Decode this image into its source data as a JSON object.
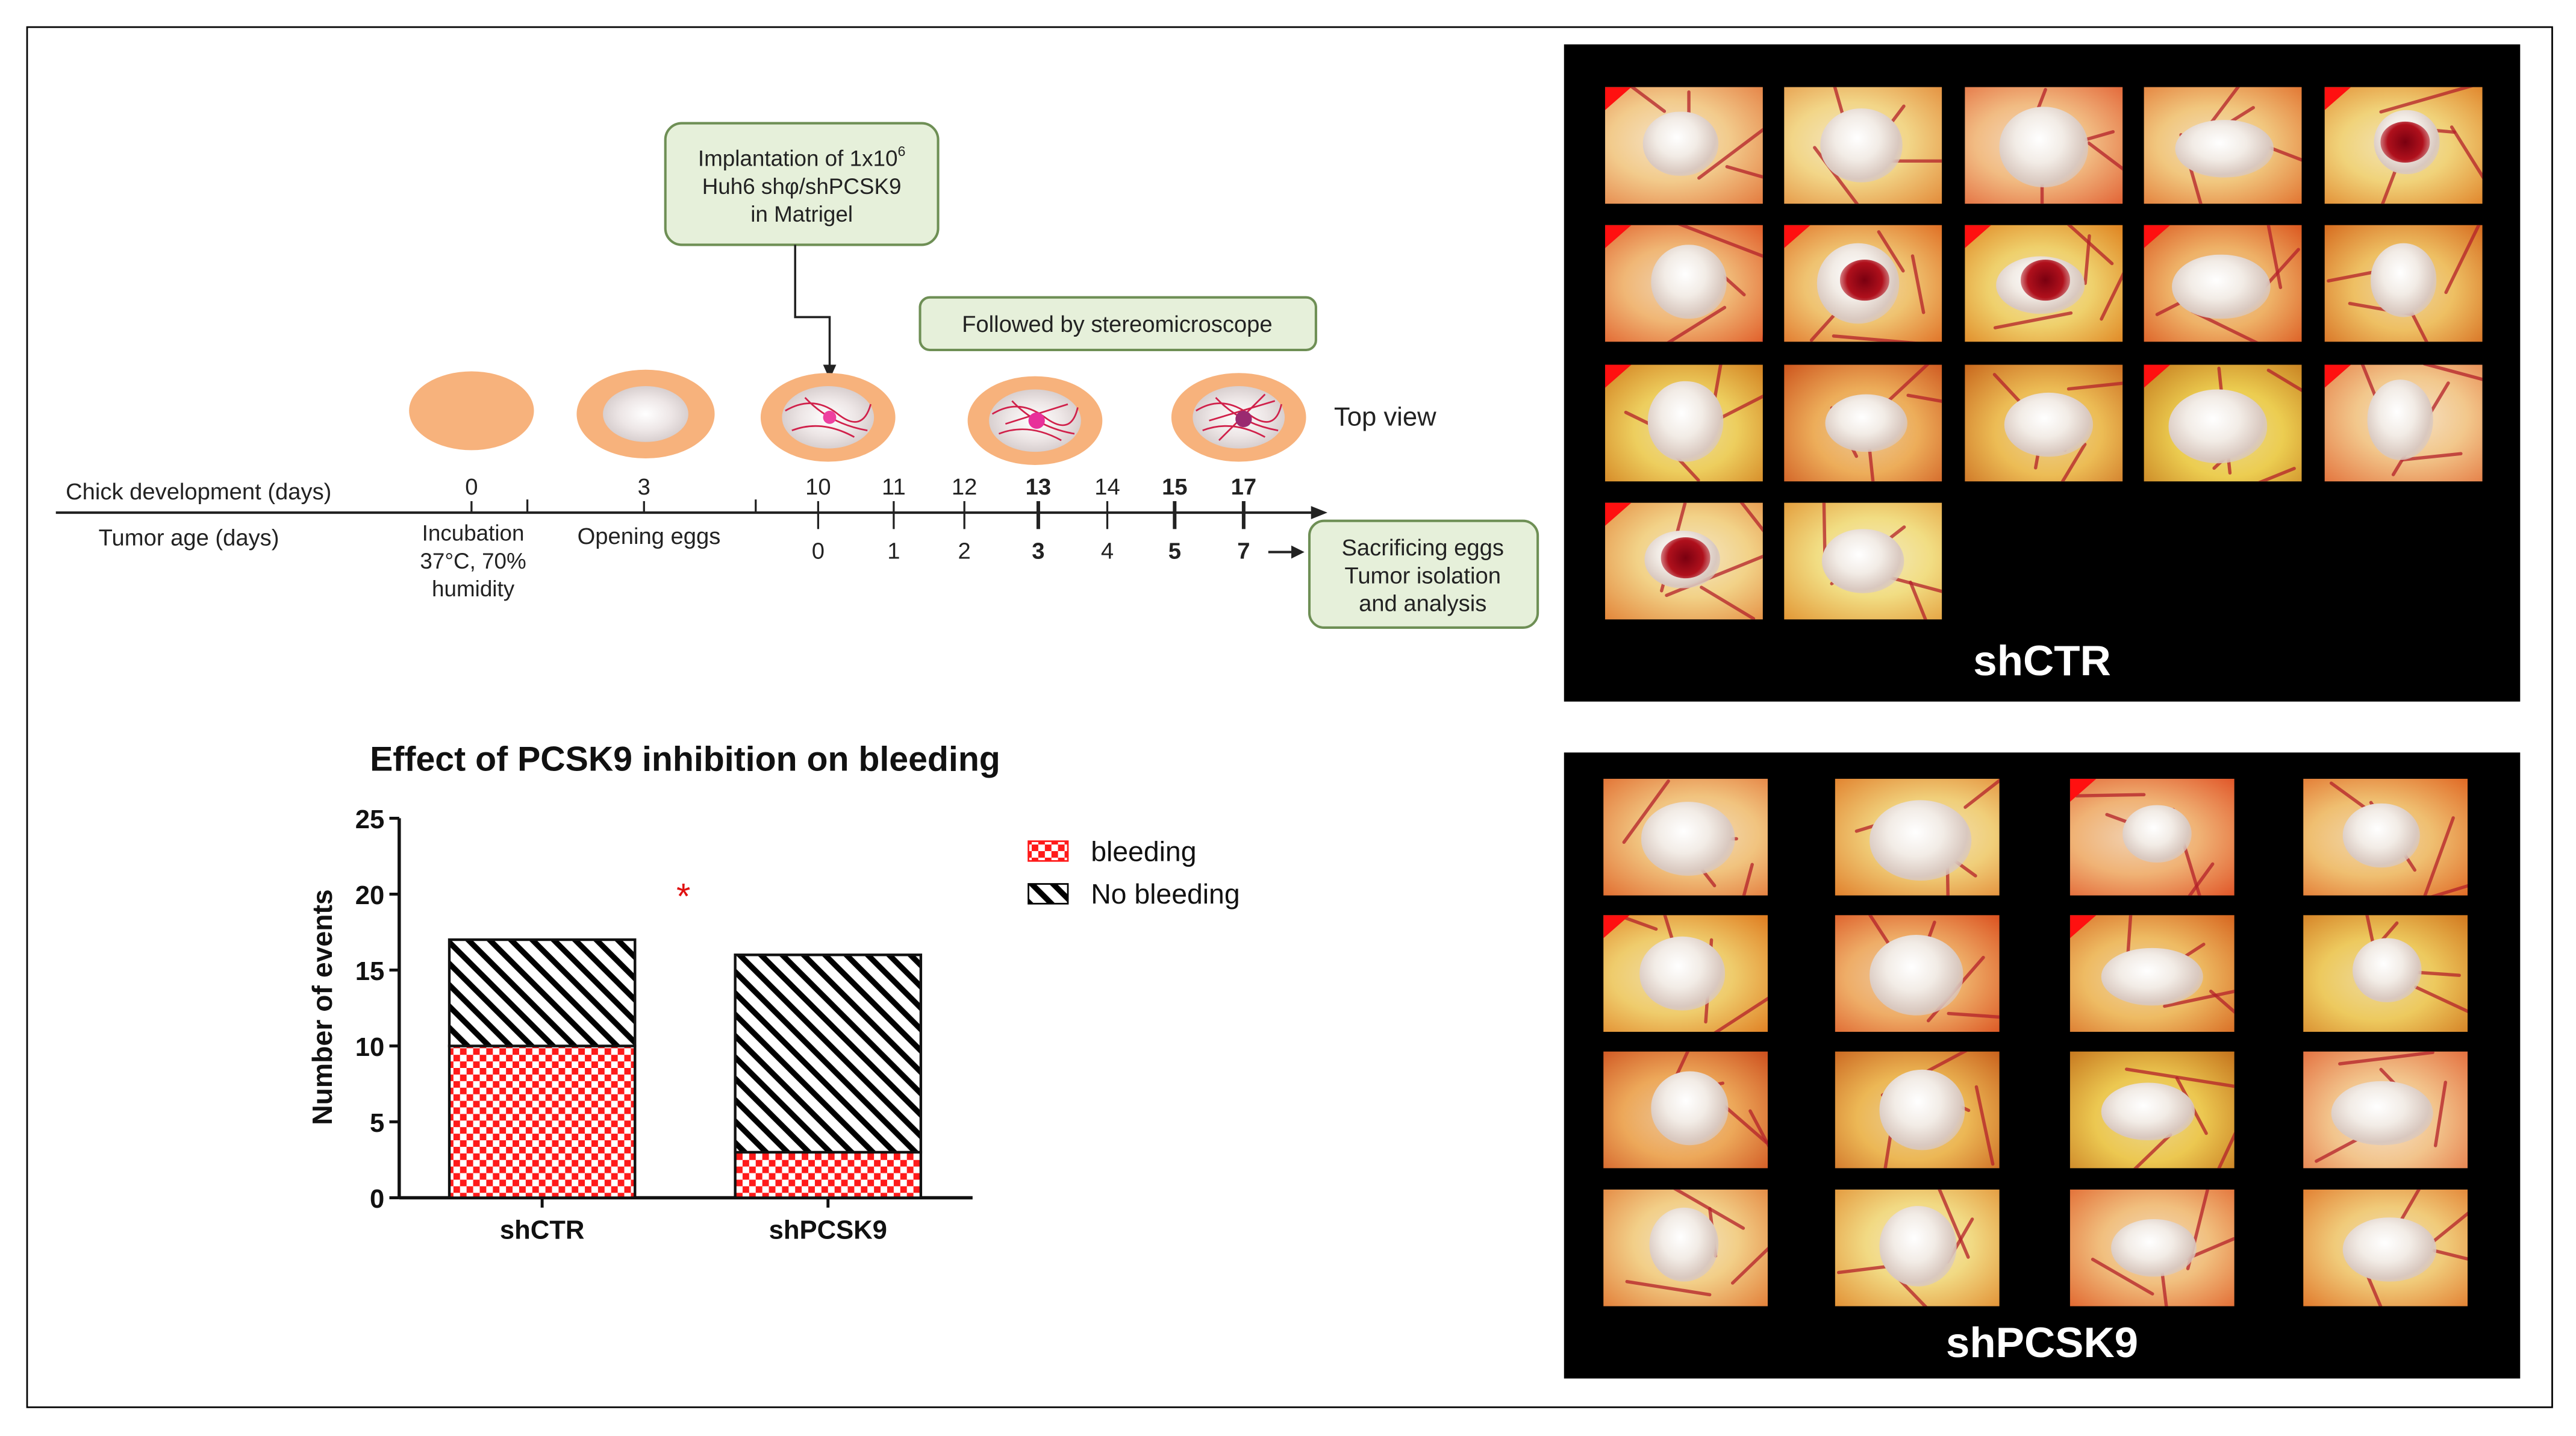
{
  "timeline": {
    "chick_label": "Chick development (days)",
    "tumor_label": "Tumor age  (days)",
    "chick_ticks": [
      {
        "label": "0",
        "bold": false
      },
      {
        "label": "3",
        "bold": false
      },
      {
        "label": "10",
        "bold": false
      },
      {
        "label": "11",
        "bold": false
      },
      {
        "label": "12",
        "bold": false
      },
      {
        "label": "13",
        "bold": true
      },
      {
        "label": "14",
        "bold": false
      },
      {
        "label": "15",
        "bold": true
      },
      {
        "label": "17",
        "bold": true
      }
    ],
    "tumor_ticks": [
      {
        "label": "0",
        "bold": false
      },
      {
        "label": "1",
        "bold": false
      },
      {
        "label": "2",
        "bold": false
      },
      {
        "label": "3",
        "bold": true
      },
      {
        "label": "4",
        "bold": false
      },
      {
        "label": "5",
        "bold": true
      },
      {
        "label": "7",
        "bold": true
      }
    ],
    "incubation": [
      "Incubation",
      "37°C, 70%",
      "humidity"
    ],
    "opening": "Opening eggs",
    "implant_box": [
      "Implantation  of 1x10",
      "Huh6 shφ/shPCSK9",
      "in Matrigel"
    ],
    "implant_sup": "6",
    "followed_box": "Followed by stereomicroscope",
    "sacrifice_box": [
      "Sacrificing eggs",
      "Tumor isolation",
      "and analysis"
    ],
    "top_view": "Top view"
  },
  "chart_data": {
    "type": "bar",
    "title": "Effect of PCSK9 inhibition on bleeding",
    "ylabel": "Number of events",
    "xlabel": "",
    "categories": [
      "shCTR",
      "shPCSK9"
    ],
    "series": [
      {
        "name": "bleeding",
        "values": [
          10,
          3
        ],
        "pattern": "red-checker"
      },
      {
        "name": "No bleeding",
        "values": [
          7,
          13
        ],
        "pattern": "black-diagonal"
      }
    ],
    "ylim": [
      0,
      25
    ],
    "yticks": [
      "0",
      "5",
      "10",
      "15",
      "20",
      "25"
    ],
    "annotation": "*",
    "legend_position": "right",
    "grid": false,
    "stacked": true
  },
  "panels": {
    "shctr_label": "shCTR",
    "shpcsk9_label": "shPCSK9"
  },
  "colors": {
    "egg": "#f7b27c",
    "box_fill": "#e6f0da",
    "box_border": "#6e8f55",
    "bleeding_red": "#ff1a1a",
    "asterisk": "#e01010"
  }
}
